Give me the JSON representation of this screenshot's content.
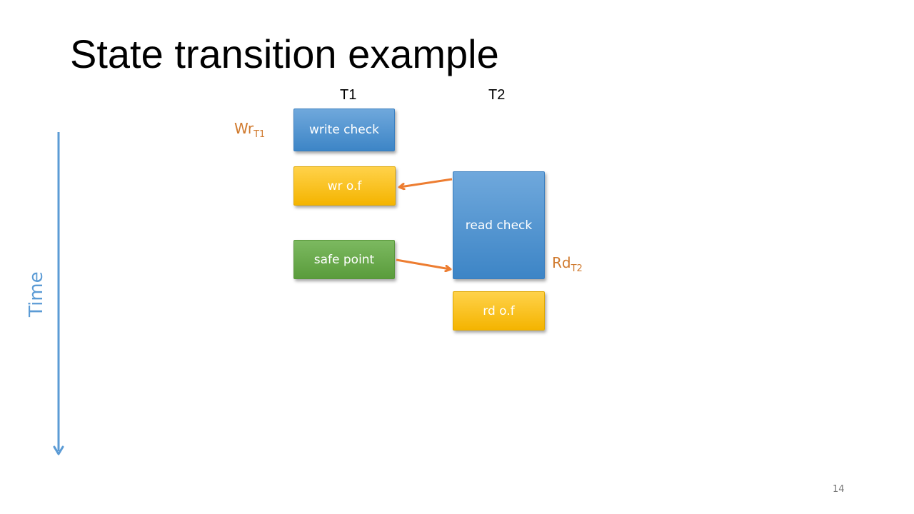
{
  "title": "State transition example",
  "columns": {
    "t1": "T1",
    "t2": "T2"
  },
  "boxes": {
    "write_check": "write check",
    "wr_of": "wr o.f",
    "safe_point": "safe point",
    "read_check": "read check",
    "rd_of": "rd o.f"
  },
  "annotations": {
    "wr_main": "Wr",
    "wr_sub": "T1",
    "rd_main": "Rd",
    "rd_sub": "T2"
  },
  "time_axis_label": "Time",
  "page_number": "14",
  "colors": {
    "blue": "#5b9bd5",
    "yellow": "#ffc000",
    "green": "#70ad47",
    "arrow_orange": "#ed7d31",
    "annotation_orange": "#d07a2e"
  }
}
